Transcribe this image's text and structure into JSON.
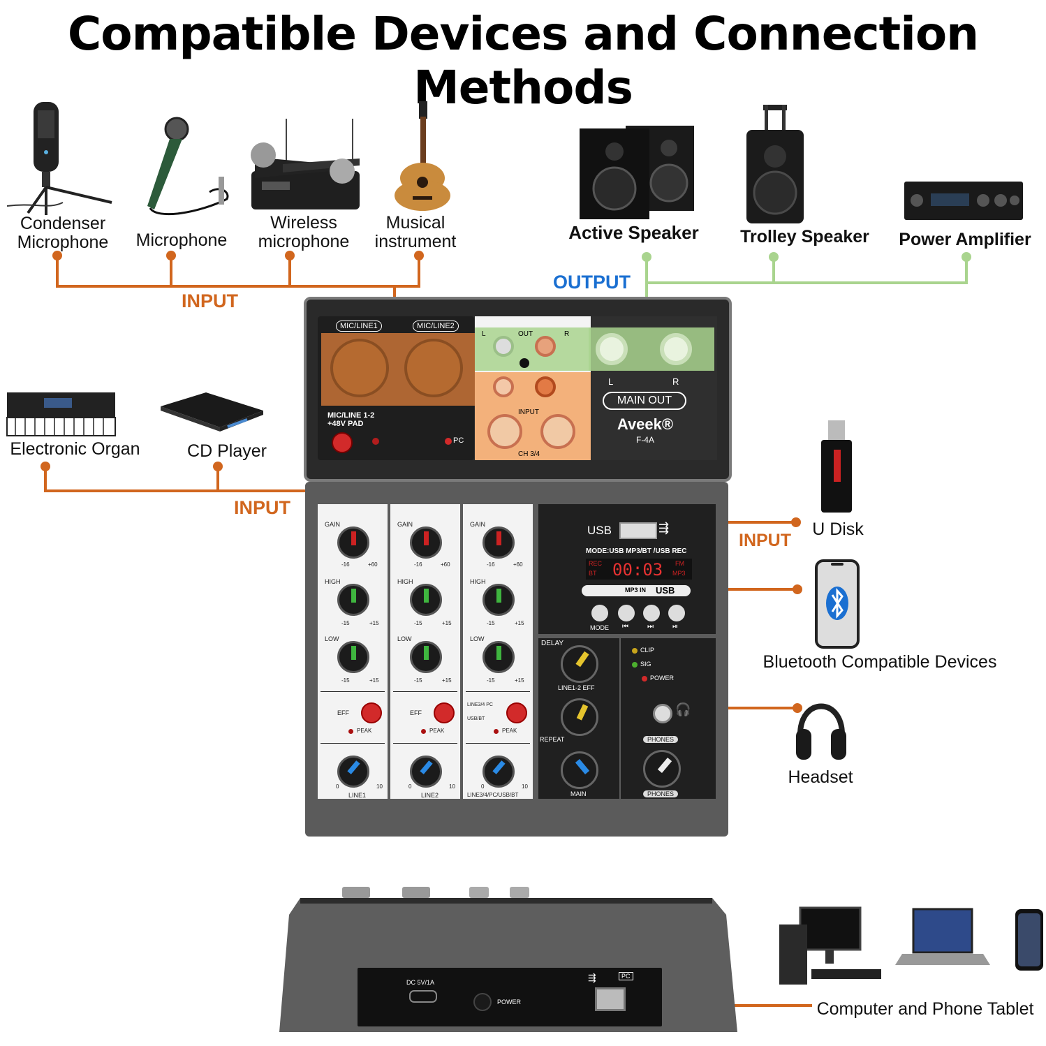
{
  "title": "Compatible Devices and Connection Methods",
  "input_devices_top": [
    {
      "line1": "Condenser",
      "line2": "Microphone",
      "icon": "condenser-microphone-icon"
    },
    {
      "line1": "Microphone",
      "line2": "",
      "icon": "microphone-icon"
    },
    {
      "line1": "Wireless",
      "line2": "microphone",
      "icon": "wireless-microphone-icon"
    },
    {
      "line1": "Musical",
      "line2": "instrument",
      "icon": "guitar-icon"
    }
  ],
  "input_devices_mid": [
    {
      "label": "Electronic Organ",
      "icon": "keyboard-icon"
    },
    {
      "label": "CD Player",
      "icon": "cd-player-icon"
    }
  ],
  "output_devices": [
    {
      "label": "Active Speaker",
      "icon": "speaker-pair-icon"
    },
    {
      "label": "Trolley Speaker",
      "icon": "trolley-speaker-icon"
    },
    {
      "label": "Power Amplifier",
      "icon": "amplifier-icon"
    }
  ],
  "side_devices": [
    {
      "label": "U Disk",
      "icon": "usb-drive-icon"
    },
    {
      "label": "Bluetooth Compatible Devices",
      "icon": "phone-bluetooth-icon"
    },
    {
      "label": "Headset",
      "icon": "headphones-icon"
    }
  ],
  "computer_label": "Computer and Phone Tablet",
  "tags": {
    "input": "INPUT",
    "output": "OUTPUT"
  },
  "colors": {
    "input_line": "#d1661e",
    "output_line": "#a9d48e",
    "output_text": "#1a6fd1"
  },
  "mixer": {
    "brand": "Aveek®",
    "model": "F-4A",
    "jack1": "MIC/LINE1",
    "jack2": "MIC/LINE2",
    "micline_label": "MIC/LINE 1-2",
    "pad_label": "+48V PAD",
    "pc": "PC",
    "out": "OUT",
    "l": "L",
    "r": "R",
    "input": "INPUT",
    "ch34": "CH 3/4",
    "main_out": "MAIN OUT",
    "usb": "USB",
    "mode_line": "MODE:USB MP3/BT /USB REC",
    "display": "00:03",
    "disp_rec": "REC",
    "disp_bt": "BT",
    "disp_fm": "FM",
    "disp_mp3": "MP3",
    "mp3_in": "MP3 IN",
    "mode": "MODE",
    "gain": "GAIN",
    "high": "HIGH",
    "low": "LOW",
    "eff": "EFF",
    "peak": "PEAK",
    "m16": "-16",
    "p60": "+60",
    "m15": "-15",
    "p15": "+15",
    "zero": "0",
    "ten": "10",
    "line1": "LINE1",
    "line2": "LINE2",
    "line34": "LINE3/4/PC/USB/BT",
    "line34pc": "LINE3/4 PC",
    "usbbt": "USB/BT",
    "delay": "DELAY",
    "line12eff": "LINE1-2 EFF",
    "repeat": "REPEAT",
    "main": "MAIN",
    "clip": "CLIP",
    "sig": "SIG",
    "power": "POWER",
    "phones": "PHONES",
    "back_dc": "DC 5V/1A",
    "back_power": "POWER",
    "back_pc": "PC"
  }
}
